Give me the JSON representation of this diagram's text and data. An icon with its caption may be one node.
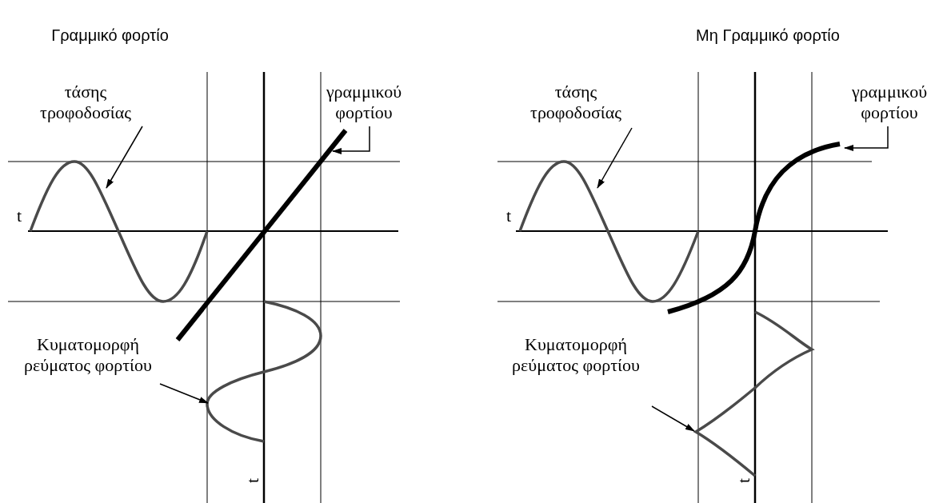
{
  "diagram": {
    "nodes": [
      {
        "text": [
          "τάσης τροφοδοσίας"
        ]
      },
      {
        "text": [
          "γραμμικού φορτίου"
        ]
      },
      {
        "text": [
          "Κυματομορφή ρεύματος φορτίου"
        ]
      },
      {
        "text": [],
        "shape": "curve"
      },
      {
        "text": [],
        "shape": "line"
      },
      {
        "text": [],
        "shape": "curve"
      },
      {
        "text": [
          "τάσης τροφοδοσίας"
        ]
      },
      {
        "text": [
          "γραμμικού φορτίου"
        ]
      },
      {
        "text": [
          "Κυματομορφή ρεύματος φορτίου"
        ]
      },
      {
        "text": [],
        "shape": "curve"
      },
      {
        "text": [],
        "shape": "line"
      },
      {
        "text": [],
        "shape": "curve"
      }
    ],
    "edges": [
      {
        "from": 0,
        "to": 3,
        "arrow": "to"
      },
      {
        "from": 1,
        "to": 4,
        "arrow": "to"
      },
      {
        "from": 2,
        "to": 5,
        "arrow": "to"
      },
      {
        "from": 6,
        "to": 9,
        "arrow": "to"
      },
      {
        "from": 7,
        "to": 10,
        "arrow": "to"
      },
      {
        "from": 8,
        "to": 11,
        "arrow": "to"
      }
    ],
    "labels": [
      "Γραμμικό φορτίο",
      "Μη Γραμμικό φορτίο",
      "t",
      "t",
      "t",
      "t"
    ]
  }
}
